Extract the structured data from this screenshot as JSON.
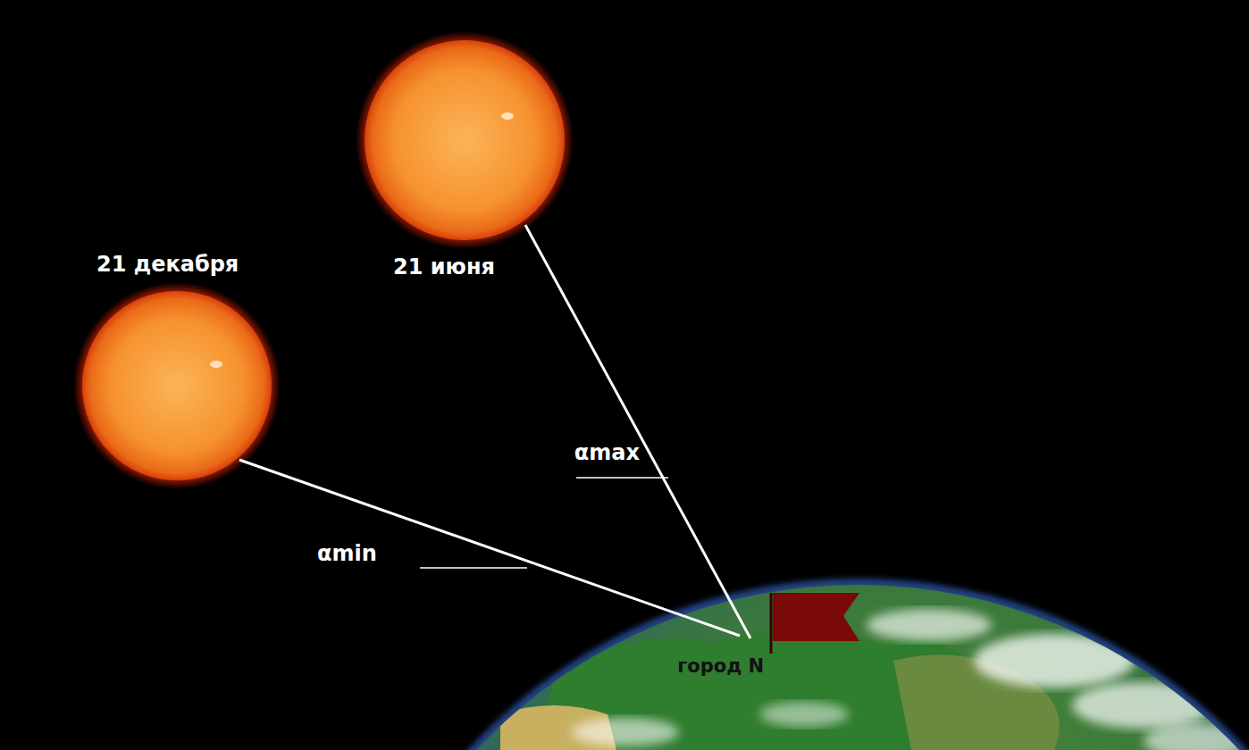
{
  "diagram": {
    "labels": [
      "21 декабря",
      "21 июня",
      "αmax",
      "αmin",
      "город N"
    ]
  }
}
